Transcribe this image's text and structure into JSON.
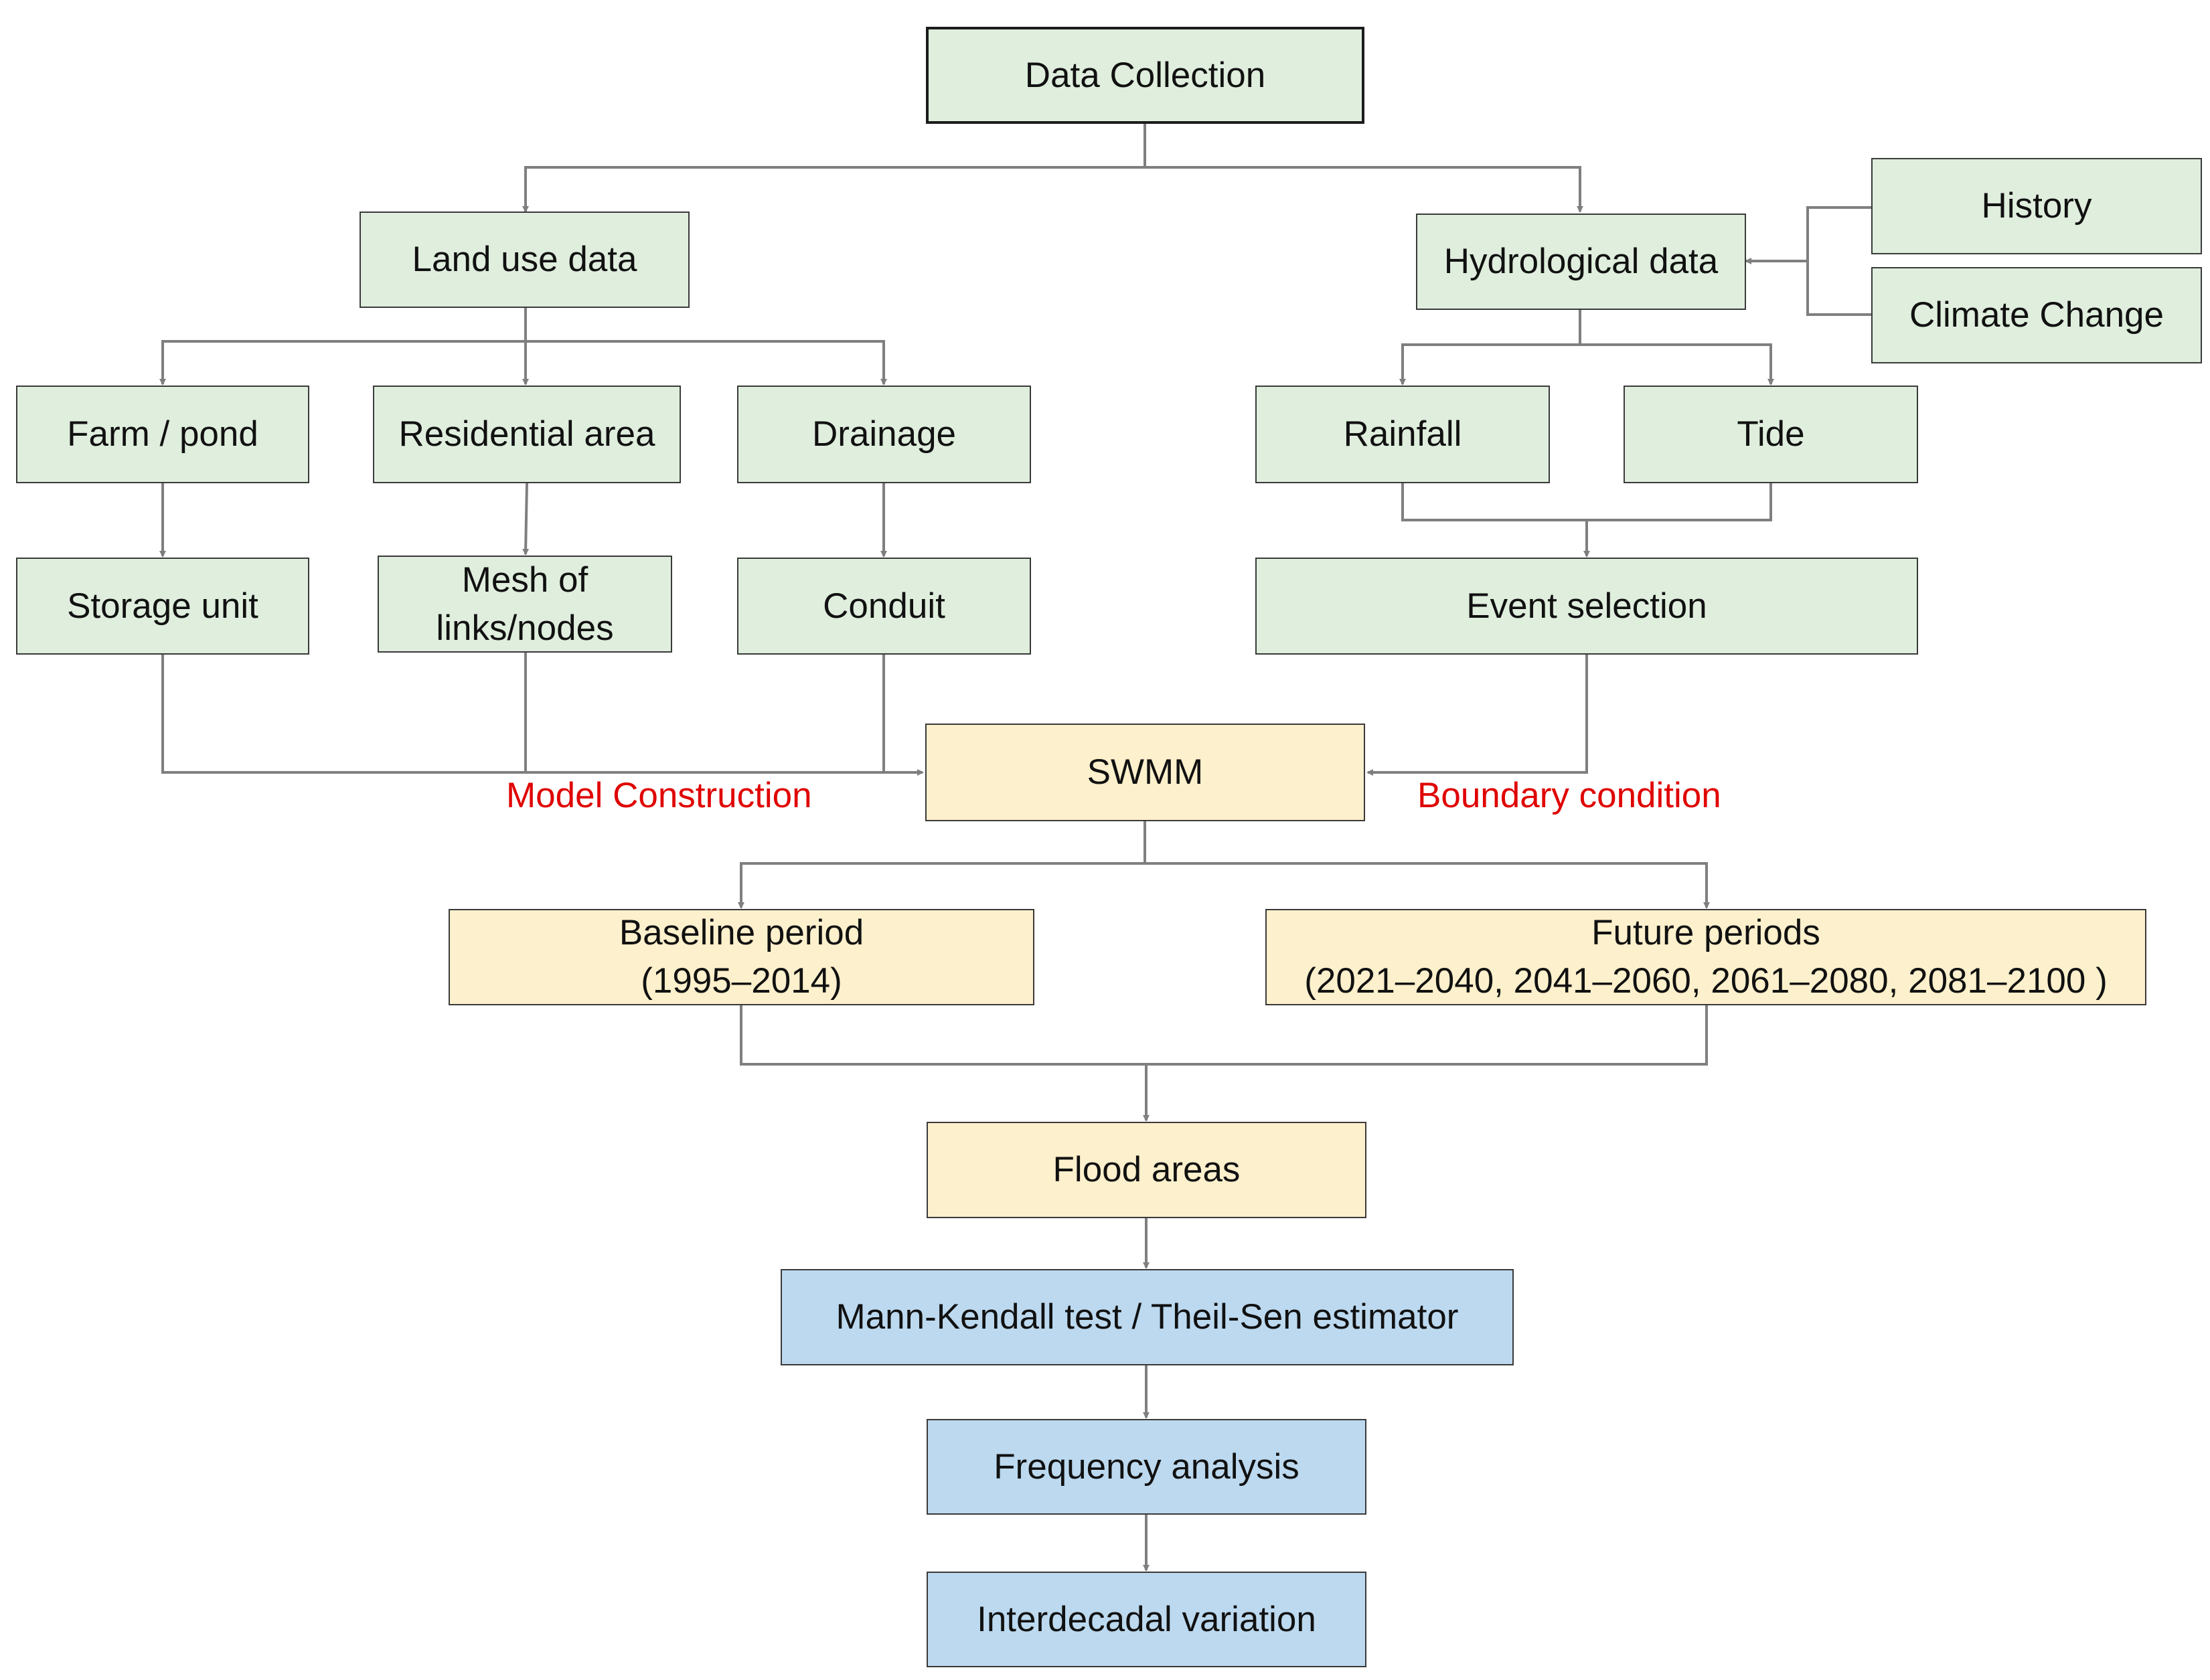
{
  "nodes": {
    "data_collection": "Data Collection",
    "land_use": "Land use data",
    "hydrological": "Hydrological data",
    "history": "History",
    "climate_change": "Climate Change",
    "farm_pond": "Farm / pond",
    "residential": "Residential area",
    "drainage": "Drainage",
    "rainfall": "Rainfall",
    "tide": "Tide",
    "storage_unit": "Storage unit",
    "mesh_line1": "Mesh of",
    "mesh_line2": "links/nodes",
    "conduit": "Conduit",
    "event_selection": "Event selection",
    "swmm": "SWMM",
    "baseline_line1": "Baseline period",
    "baseline_line2": "(1995–2014)",
    "future_line1": "Future periods",
    "future_line2": "(2021–2040, 2041–2060, 2061–2080, 2081–2100 )",
    "flood_areas": "Flood areas",
    "mann_kendall": "Mann-Kendall test / Theil-Sen estimator",
    "frequency": "Frequency analysis",
    "interdecadal": "Interdecadal variation"
  },
  "labels": {
    "model_construction": "Model Construction",
    "boundary_condition": "Boundary condition"
  },
  "colors": {
    "green_fill": "#dfeedd",
    "yellow_fill": "#fdf0cc",
    "blue_fill": "#bcd9ef",
    "connector": "#7f7f7f",
    "label_red": "#e00000"
  }
}
